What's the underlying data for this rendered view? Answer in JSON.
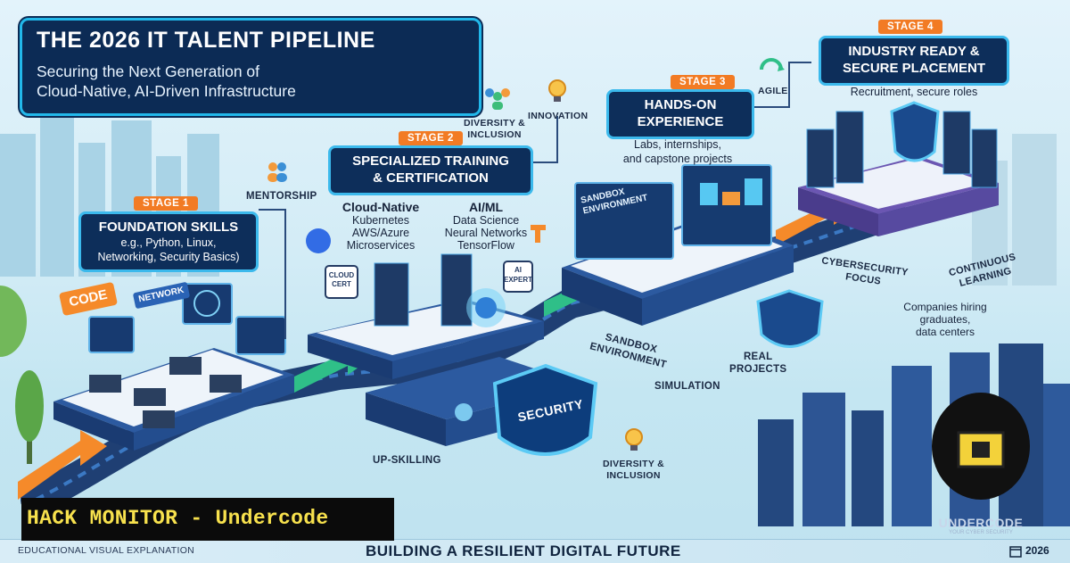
{
  "title": {
    "main": "THE 2026 IT TALENT PIPELINE",
    "subtitle_line1": "Securing the Next Generation of",
    "subtitle_line2": "Cloud-Native, AI-Driven Infrastructure"
  },
  "stages": [
    {
      "tag": "STAGE 1",
      "title": "FOUNDATION SKILLS",
      "desc_line1": "e.g., Python, Linux,",
      "desc_line2": "Networking, Security Basics)"
    },
    {
      "tag": "STAGE 2",
      "title_line1": "SPECIALIZED TRAINING",
      "title_line2": "& CERTIFICATION",
      "cloud_title": "Cloud-Native",
      "cloud_items": [
        "Kubernetes",
        "AWS/Azure",
        "Microservices"
      ],
      "ai_title": "AI/ML",
      "ai_items": [
        "Data Science",
        "Neural Networks",
        "TensorFlow"
      ]
    },
    {
      "tag": "STAGE 3",
      "title_line1": "HANDS-ON",
      "title_line2": "EXPERIENCE",
      "desc_line1": "Labs, internships,",
      "desc_line2": "and capstone projects"
    },
    {
      "tag": "STAGE 4",
      "title_line1": "INDUSTRY READY &",
      "title_line2": "SECURE PLACEMENT",
      "desc": "Recruitment, secure roles"
    }
  ],
  "labels": {
    "mentorship": "MENTORSHIP",
    "diversity_top_1": "DIVERSITY &",
    "diversity_top_2": "INCLUSION",
    "innovation": "INNOVATION",
    "agile": "AGILE",
    "code_sign": "CODE",
    "network_sign": "NETWORK",
    "cloud_cert_1": "CLOUD",
    "cloud_cert_2": "CERT",
    "ai_expert_1": "AI",
    "ai_expert_2": "EXPERT",
    "sandbox_screen_1": "SANDBOX",
    "sandbox_screen_2": "ENVIRONMENT",
    "cybersecurity_1": "CYBERSECURITY",
    "cybersecurity_2": "FOCUS",
    "continuous_1": "CONTINUOUS",
    "continuous_2": "LEARNING",
    "companies_1": "Companies hiring",
    "companies_2": "graduates,",
    "companies_3": "data centers",
    "sandbox_1": "SANDBOX",
    "sandbox_2": "ENVIRONMENT",
    "simulation": "SIMULATION",
    "real_1": "REAL",
    "real_2": "PROJECTS",
    "security": "SECURITY",
    "upskilling": "UP-SKILLING",
    "diversity_bottom_1": "DIVERSITY &",
    "diversity_bottom_2": "INCLUSION"
  },
  "banner": "HACK MONITOR - Undercode",
  "footer": {
    "left": "EDUCATIONAL VISUAL EXPLANATION",
    "center": "BUILDING A RESILIENT DIGITAL FUTURE",
    "year": "2026"
  },
  "logo": {
    "name": "UNDERCODE",
    "tagline": "YOUR CYBER SECURITY"
  },
  "colors": {
    "navy": "#0d2e5a",
    "cyan_border": "#3bb9ec",
    "stage_orange": "#f27b24",
    "banner_text": "#f7e14d"
  }
}
